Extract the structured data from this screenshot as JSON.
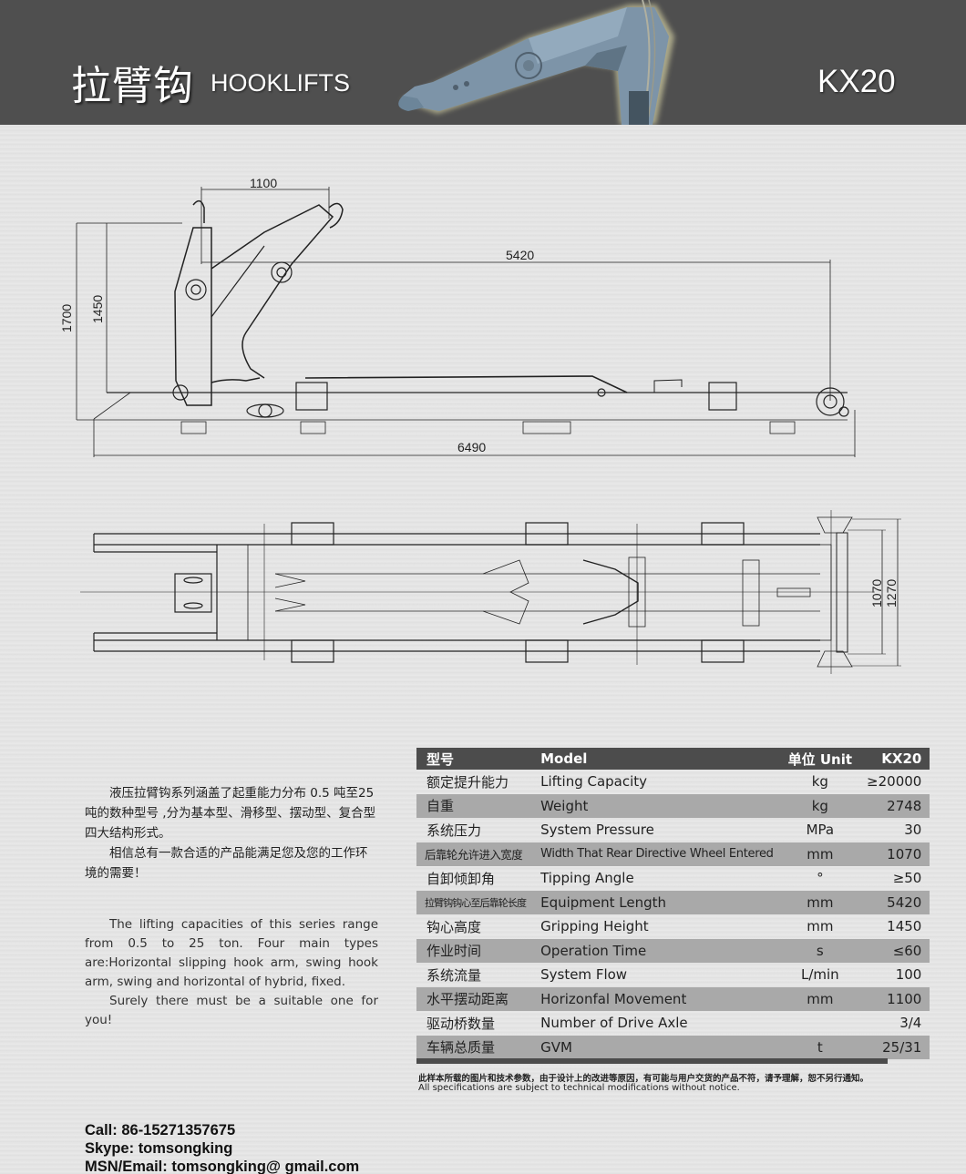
{
  "banner": {
    "title_cn": "拉臂钩",
    "title_en": "HOOKLIFTS",
    "model": "KX20",
    "background_color": "#4f4f4f"
  },
  "drawing": {
    "side_view": {
      "dimensions": {
        "hook_travel": "1100",
        "equipment_length": "5420",
        "overall_height": "1700",
        "hook_height": "1450",
        "overall_length": "6490"
      }
    },
    "top_view": {
      "dimensions": {
        "inner_width": "1070",
        "outer_width": "1270"
      }
    }
  },
  "description": {
    "cn": [
      "液压拉臂钩系列涵盖了起重能力分布 0.5 吨至25 吨的数种型号 ,分为基本型、滑移型、摆动型、复合型四大结构形式。",
      "相信总有一款合适的产品能满足您及您的工作环境的需要！"
    ],
    "en": [
      "The lifting capacities of this series range from 0.5 to 25 ton. Four main types are:Horizontal slipping hook arm, swing hook arm, swing and horizontal of hybrid, fixed.",
      "Surely there must be a suitable one for you!"
    ]
  },
  "spec_table": {
    "header": {
      "cn": "型号",
      "en": "Model",
      "unit": "单位 Unit",
      "val": "KX20"
    },
    "rows": [
      {
        "cn": "额定提升能力",
        "en": "Lifting Capacity",
        "unit": "kg",
        "val": "≥20000"
      },
      {
        "cn": "自重",
        "en": "Weight",
        "unit": "kg",
        "val": "2748"
      },
      {
        "cn": "系统压力",
        "en": "System Pressure",
        "unit": "MPa",
        "val": "30"
      },
      {
        "cn": "后靠轮允许进入宽度",
        "en": "Width That Rear Directive Wheel Entered",
        "unit": "mm",
        "val": "1070"
      },
      {
        "cn": "自卸倾卸角",
        "en": "Tipping Angle",
        "unit": "°",
        "val": "≥50"
      },
      {
        "cn": "拉臂钩钩心至后靠轮长度",
        "en": "Equipment Length",
        "unit": "mm",
        "val": "5420"
      },
      {
        "cn": "钩心高度",
        "en": "Gripping Height",
        "unit": "mm",
        "val": "1450"
      },
      {
        "cn": "作业时间",
        "en": "Operation Time",
        "unit": "s",
        "val": "≤60"
      },
      {
        "cn": "系统流量",
        "en": "System Flow",
        "unit": "L/min",
        "val": "100"
      },
      {
        "cn": "水平摆动距离",
        "en": "Horizonfal Movement",
        "unit": "mm",
        "val": "1100"
      },
      {
        "cn": "驱动桥数量",
        "en": "Number of Drive Axle",
        "unit": "",
        "val": "3/4"
      },
      {
        "cn": "车辆总质量",
        "en": "GVM",
        "unit": "t",
        "val": "25/31"
      }
    ],
    "header_color": "#4c4c4c",
    "shade_color": "#a9a9a9",
    "disclaimer_cn": "此样本所载的图片和技术参数，由于设计上的改进等原因，有可能与用户交货的产品不符，请予理解，恕不另行通知。",
    "disclaimer_en": "All specifications are subject to technical modifications without notice."
  },
  "contact": {
    "call": "Call: 86-15271357675",
    "skype": "Skype:  tomsongking",
    "email": "MSN/Email: tomsongking@ gmail.com"
  }
}
